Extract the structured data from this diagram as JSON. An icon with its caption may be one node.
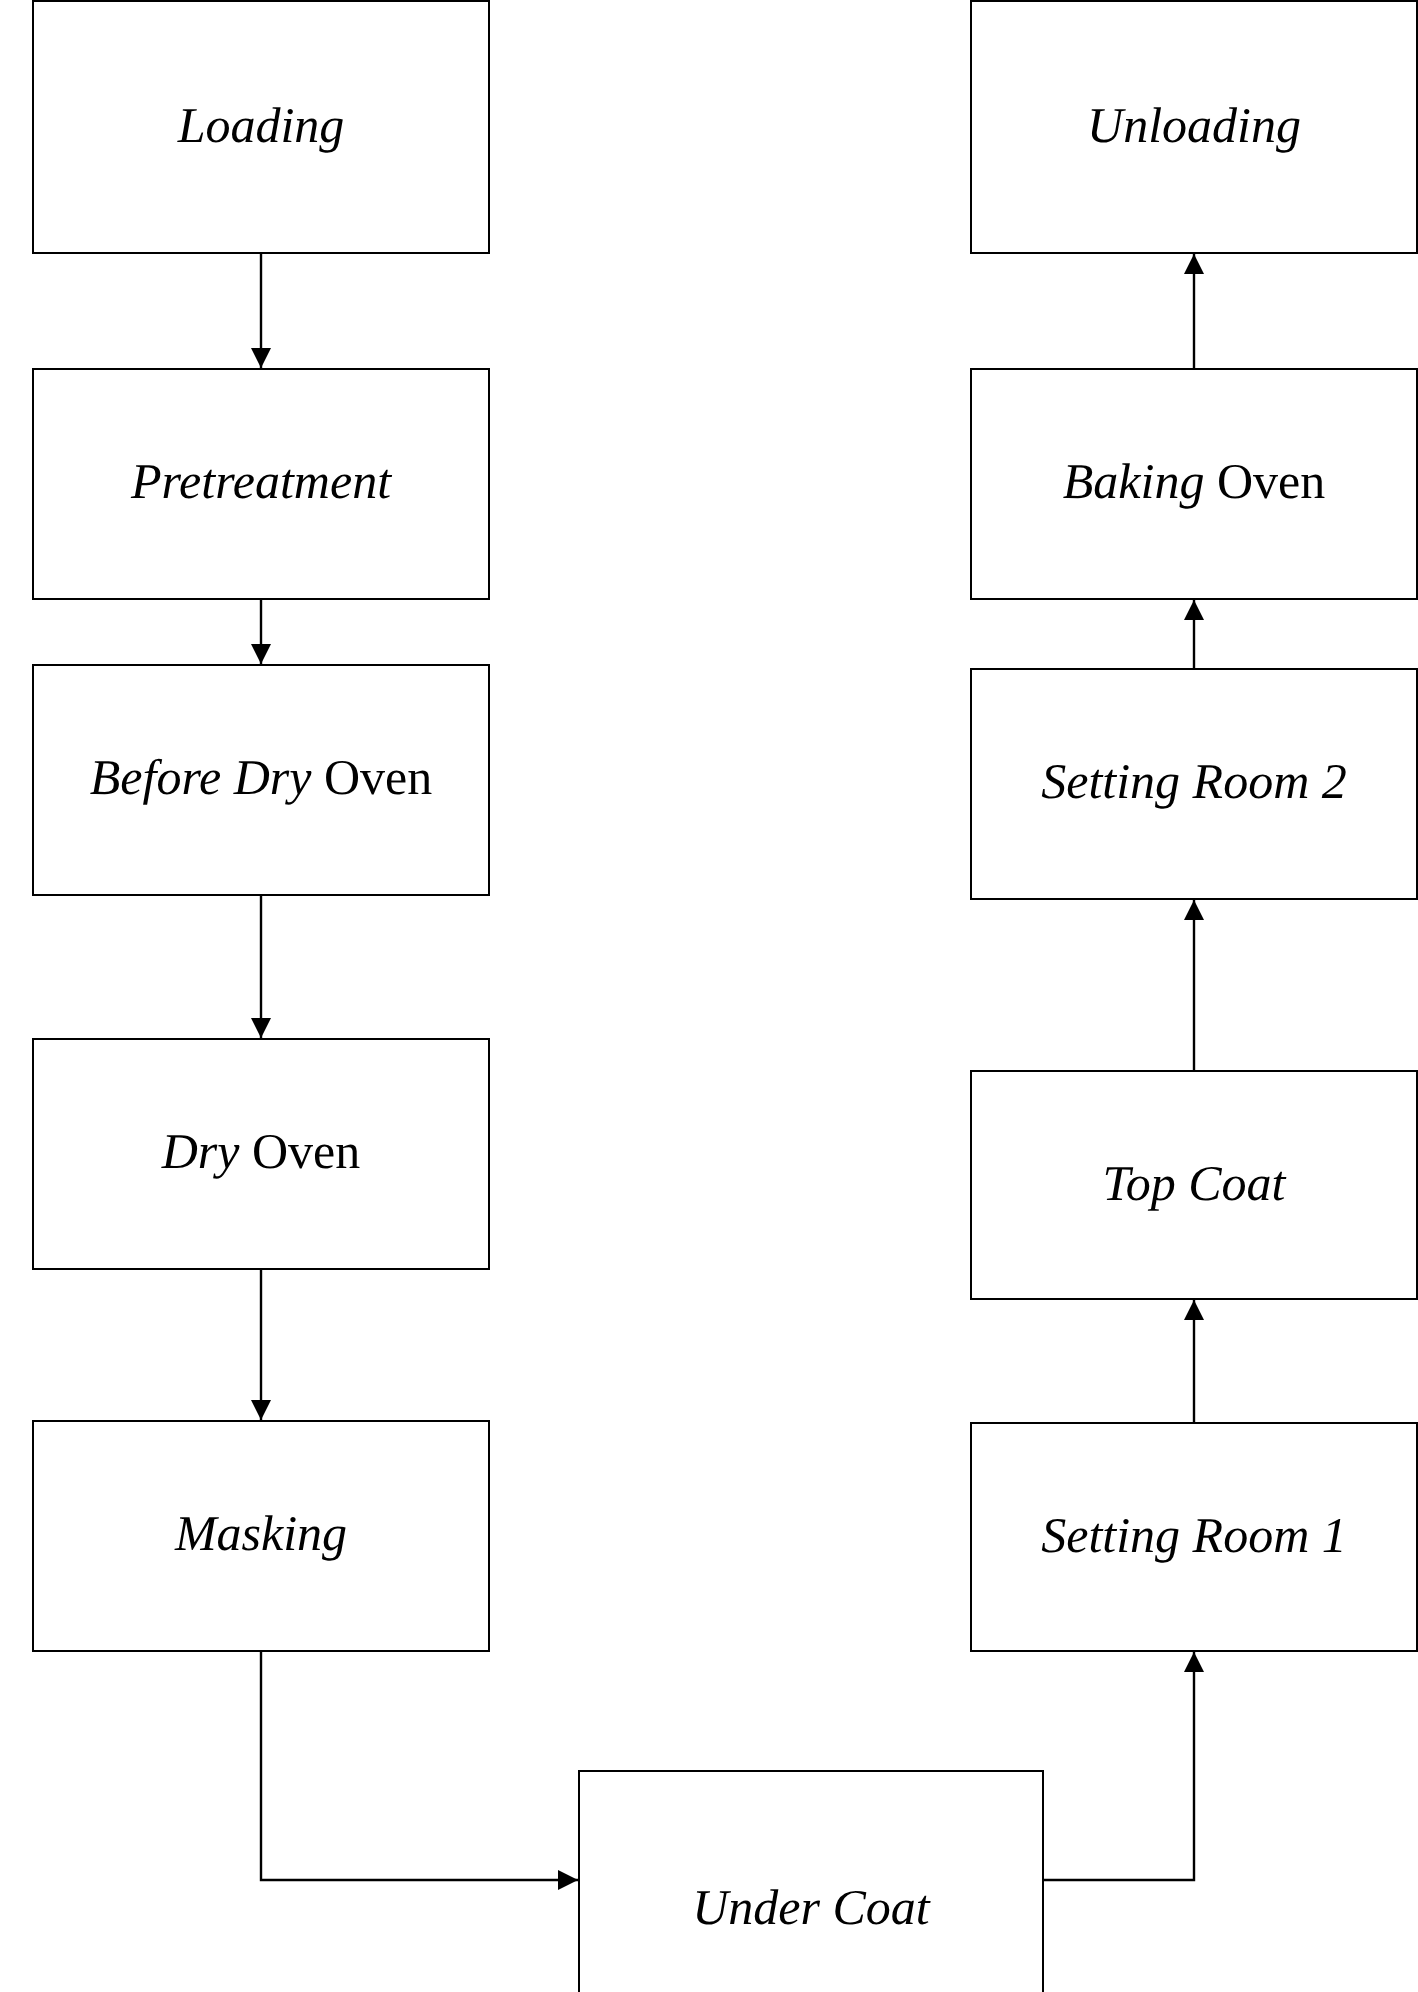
{
  "diagram": {
    "nodes": [
      {
        "text": [
          "Loading"
        ]
      },
      {
        "text": [
          "Pretreatment"
        ]
      },
      {
        "text": [
          "*Before Dry* Oven"
        ]
      },
      {
        "text": [
          "*Dry* Oven"
        ]
      },
      {
        "text": [
          "Masking"
        ]
      },
      {
        "text": [
          "Under Coat"
        ]
      },
      {
        "text": [
          "Setting Room 1"
        ]
      },
      {
        "text": [
          "Top Coat"
        ]
      },
      {
        "text": [
          "Setting Room 2"
        ]
      },
      {
        "text": [
          "*Baking* Oven"
        ]
      },
      {
        "text": [
          "Unloading"
        ]
      }
    ],
    "edges": [
      {
        "from": 0,
        "to": 1,
        "arrow": "to"
      },
      {
        "from": 1,
        "to": 2,
        "arrow": "to"
      },
      {
        "from": 2,
        "to": 3,
        "arrow": "to"
      },
      {
        "from": 3,
        "to": 4,
        "arrow": "to"
      },
      {
        "from": 4,
        "to": 5,
        "arrow": "to"
      },
      {
        "from": 5,
        "to": 6,
        "arrow": "to"
      },
      {
        "from": 6,
        "to": 7,
        "arrow": "to"
      },
      {
        "from": 7,
        "to": 8,
        "arrow": "to"
      },
      {
        "from": 8,
        "to": 9,
        "arrow": "to"
      },
      {
        "from": 9,
        "to": 10,
        "arrow": "to"
      }
    ]
  }
}
